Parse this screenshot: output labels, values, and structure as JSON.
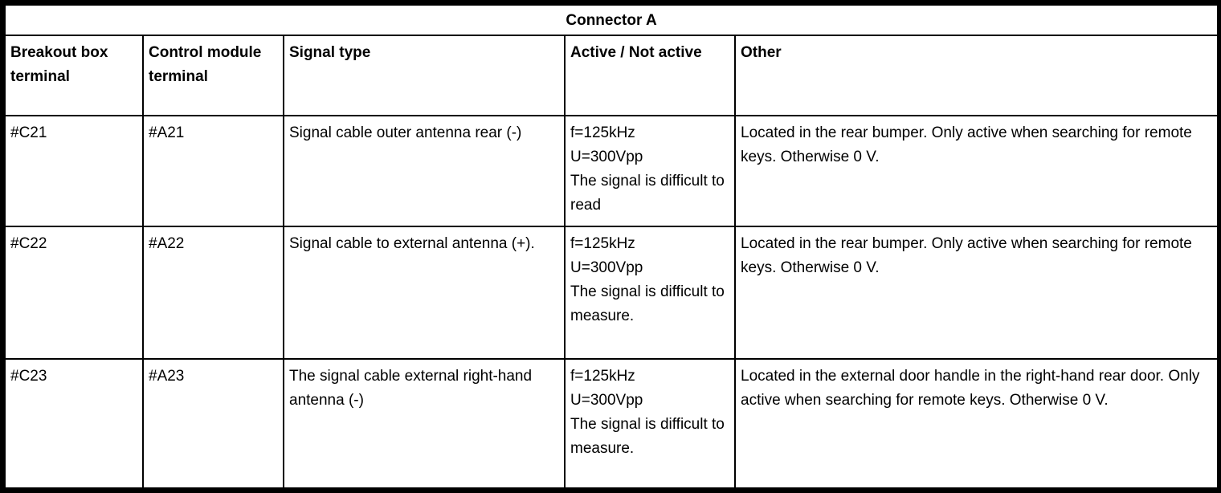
{
  "table": {
    "title": "Connector A",
    "columns": [
      "Breakout box terminal",
      "Control module terminal",
      "Signal type",
      "Active / Not active",
      "Other"
    ],
    "rows": [
      {
        "breakout": "#C21",
        "control": "#A21",
        "signal": "Signal cable outer antenna rear (-)",
        "active": "f=125kHz\nU=300Vpp\nThe signal is difficult to read",
        "other": "Located in the rear bumper. Only active when searching for remote keys. Otherwise 0 V."
      },
      {
        "breakout": "#C22",
        "control": "#A22",
        "signal": "Signal cable to external antenna (+).",
        "active": "f=125kHz\nU=300Vpp\nThe signal is difficult to measure.",
        "other": "Located in the rear bumper. Only active when searching for remote keys. Otherwise 0 V."
      },
      {
        "breakout": "#C23",
        "control": "#A23",
        "signal": "The signal cable external right-hand antenna (-)",
        "active": "f=125kHz\nU=300Vpp\nThe signal is difficult to measure.",
        "other": "Located in the external door handle in the right-hand rear door. Only active when searching for remote keys. Otherwise 0 V."
      }
    ]
  }
}
